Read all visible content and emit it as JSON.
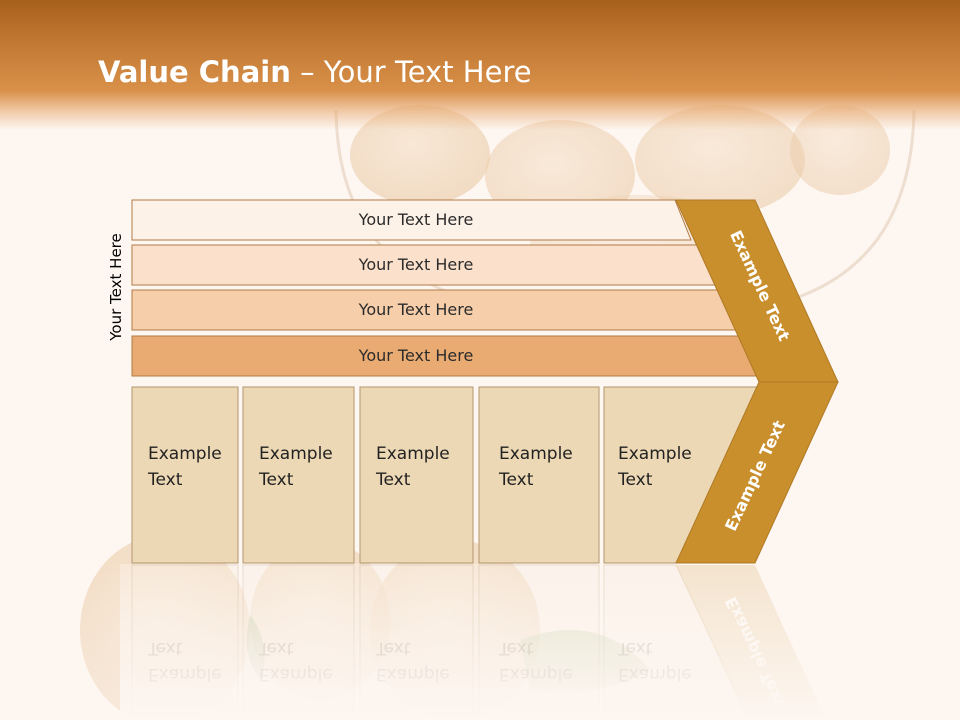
{
  "slide": {
    "title_strong": "Value Chain",
    "title_rest": " – Your Text Here",
    "side_label": "Your Text Here"
  },
  "bars": [
    {
      "label": "Your Text Here",
      "fill": "#fdf2e8"
    },
    {
      "label": "Your Text Here",
      "fill": "#fbe1cc"
    },
    {
      "label": "Your Text Here",
      "fill": "#f6cfaa"
    },
    {
      "label": "Your Text Here",
      "fill": "#e9ab72"
    }
  ],
  "cells": [
    {
      "line1": "Example",
      "line2": "Text"
    },
    {
      "line1": "Example",
      "line2": "Text"
    },
    {
      "line1": "Example",
      "line2": "Text"
    },
    {
      "line1": "Example",
      "line2": "Text"
    },
    {
      "line1": "Example",
      "line2": "Text"
    }
  ],
  "chevron": {
    "upper_label": "Example Text",
    "lower_label": "Example Text",
    "color": "#c98f2c"
  },
  "colors": {
    "header": "#c27a34",
    "cell_fill": "#ecd8b4",
    "cell_stroke": "#b29670",
    "bar_stroke": "#b07a45"
  }
}
